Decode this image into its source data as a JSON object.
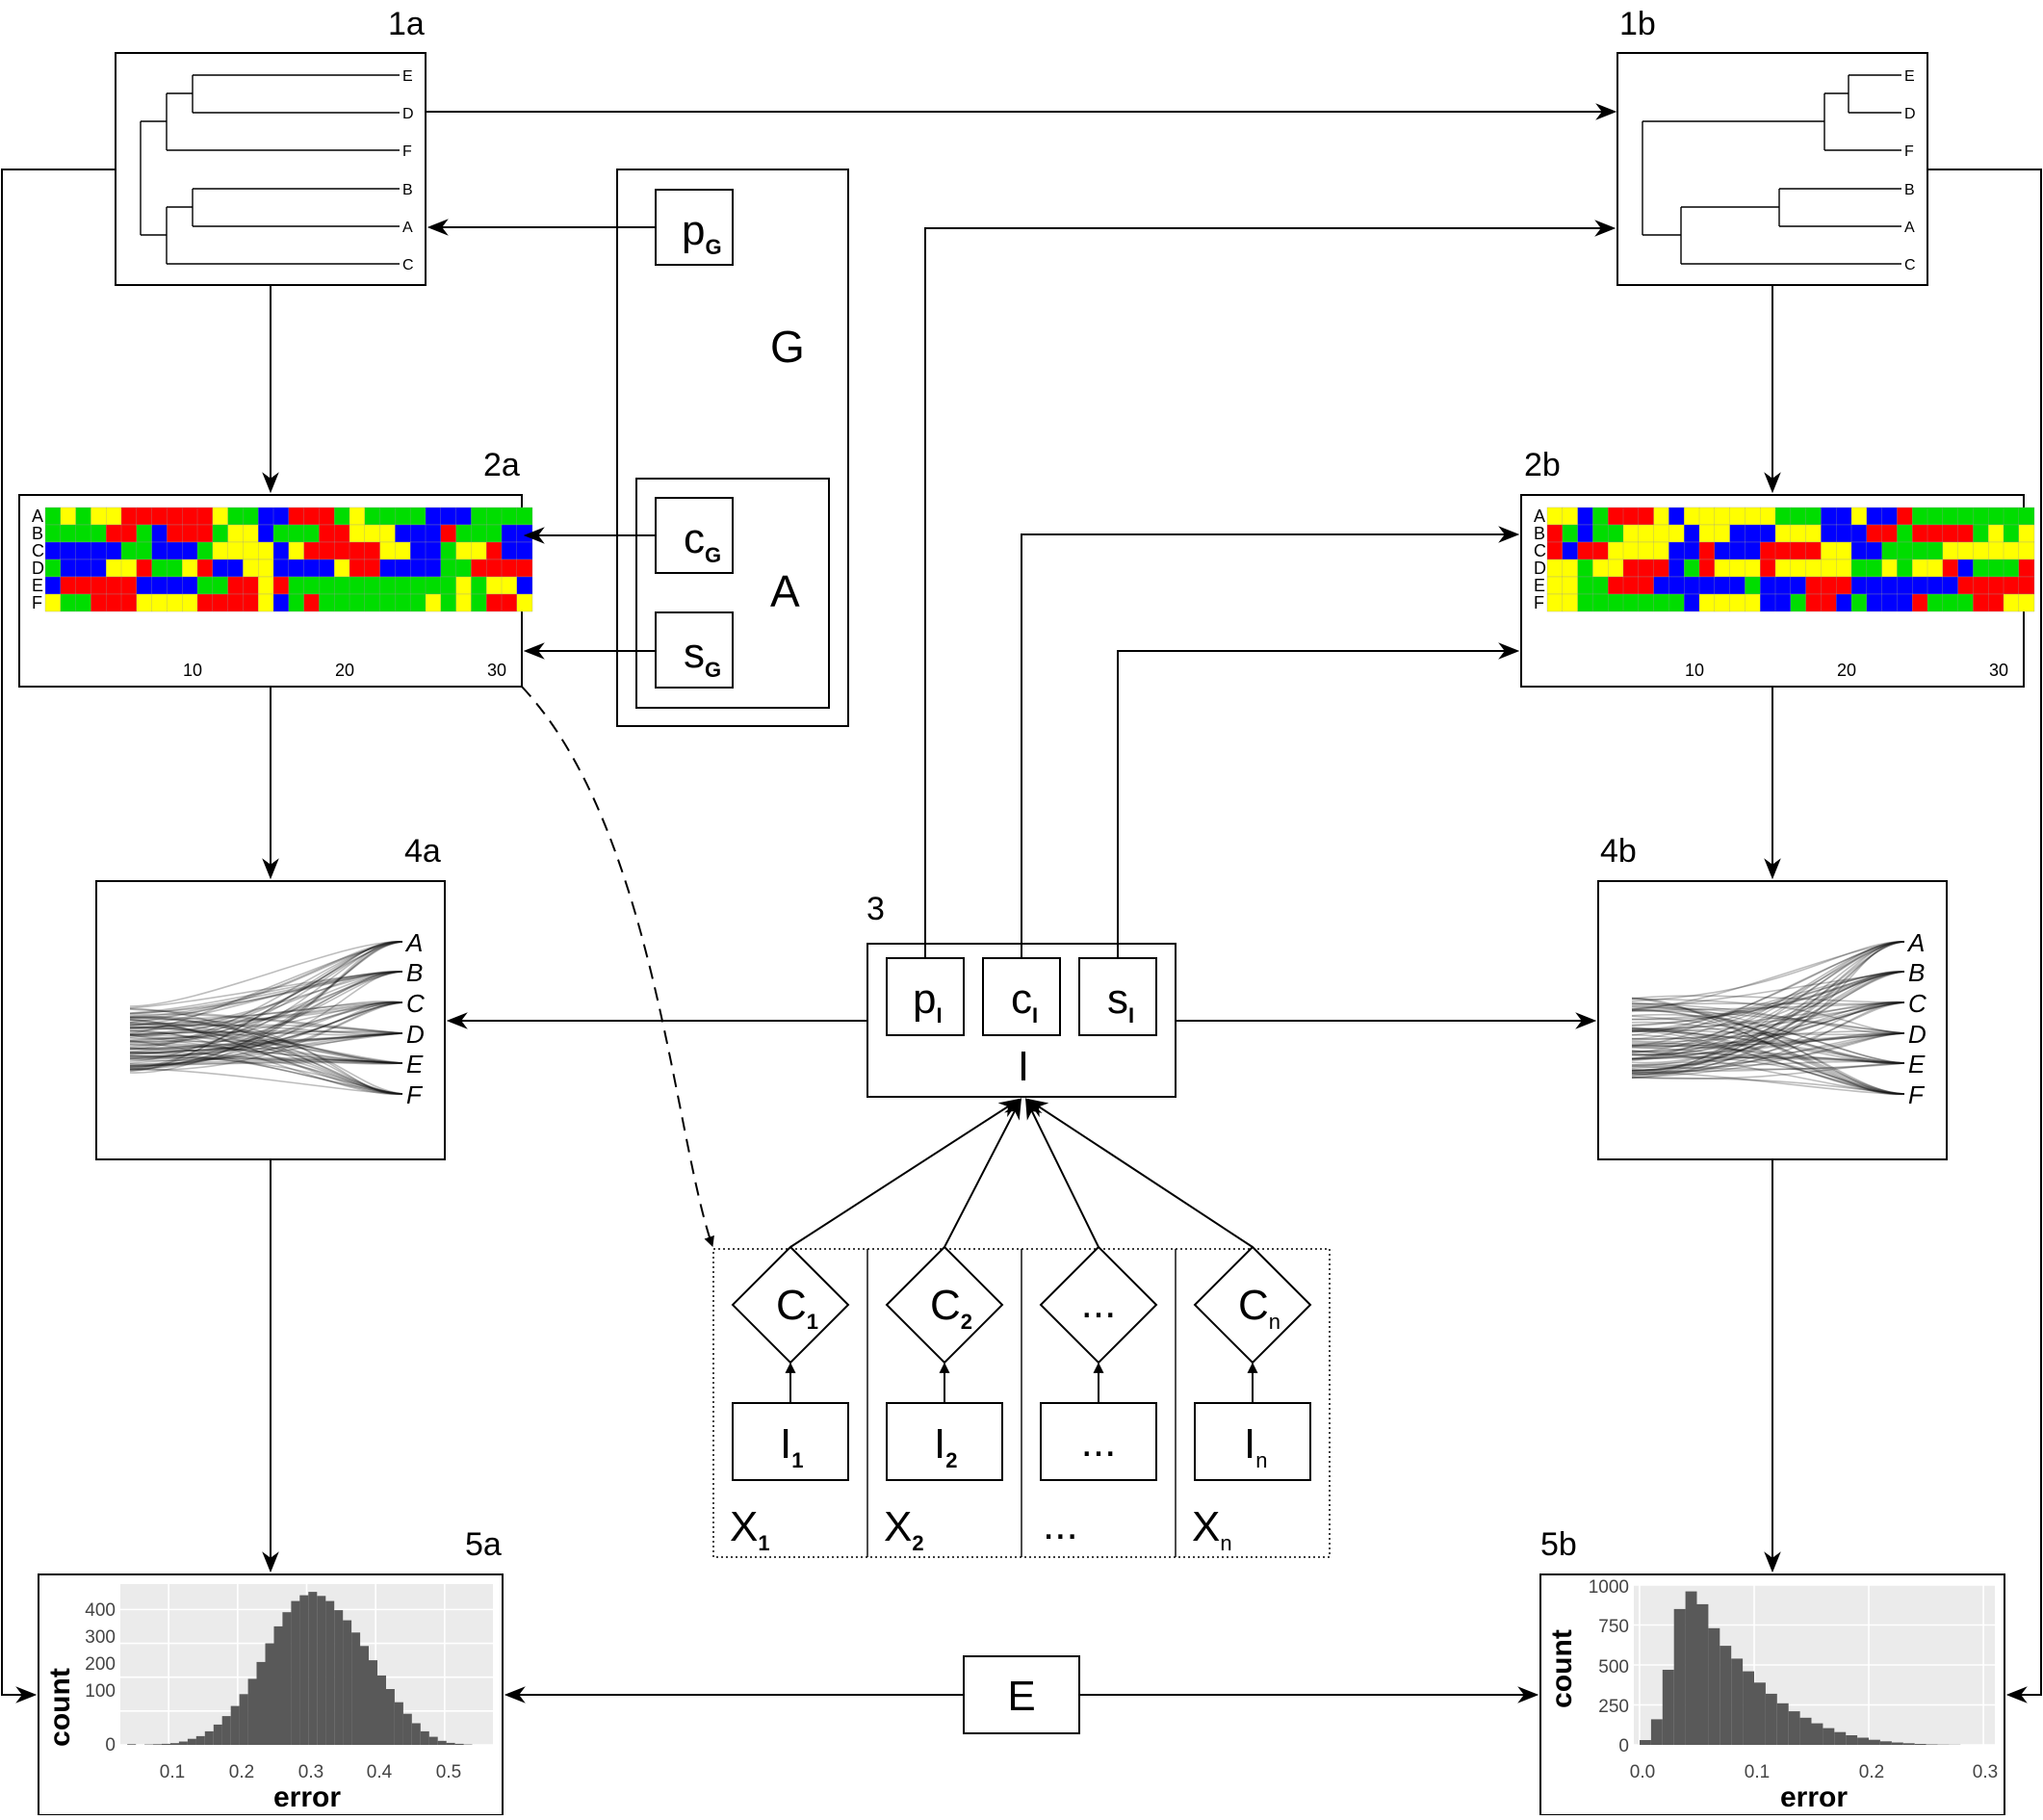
{
  "labels": {
    "p1a": "1a",
    "p1b": "1b",
    "p2a": "2a",
    "p2b": "2b",
    "p3": "3",
    "p4a": "4a",
    "p4b": "4b",
    "p5a": "5a",
    "p5b": "5b"
  },
  "generator": {
    "box_label": "G",
    "inner_label": "A",
    "p": "p",
    "p_sub": "G",
    "c": "c",
    "c_sub": "G",
    "s": "s",
    "s_sub": "G"
  },
  "inference": {
    "label": "I",
    "p": "p",
    "p_sub": "I",
    "c": "c",
    "c_sub": "I",
    "s": "s",
    "s_sub": "I"
  },
  "error_box": "E",
  "trees": {
    "tree_1a_leaves": [
      "E",
      "D",
      "F",
      "B",
      "A",
      "C"
    ],
    "tree_1b_leaves": [
      "E",
      "D",
      "F",
      "B",
      "A",
      "C"
    ]
  },
  "alignments": {
    "rows": [
      "A",
      "B",
      "C",
      "D",
      "E",
      "F"
    ],
    "ticks": [
      "10",
      "20",
      "30"
    ],
    "colors": {
      "A": "#ff0000",
      "C": "#0000ff",
      "G": "#00dd00",
      "T": "#ffff00"
    }
  },
  "densitree_leaves": [
    "A",
    "B",
    "C",
    "D",
    "E",
    "F"
  ],
  "ensemble": {
    "columns": [
      {
        "c": "C",
        "c_sub": "1",
        "i": "I",
        "i_sub": "1",
        "x": "X",
        "x_sub": "1"
      },
      {
        "c": "C",
        "c_sub": "2",
        "i": "I",
        "i_sub": "2",
        "x": "X",
        "x_sub": "2"
      },
      {
        "c": "...",
        "c_sub": "",
        "i": "...",
        "i_sub": "",
        "x": "...",
        "x_sub": ""
      },
      {
        "c": "C",
        "c_sub": "n",
        "i": "I",
        "i_sub": "n",
        "x": "X",
        "x_sub": "n"
      }
    ]
  },
  "chart_data": [
    {
      "type": "bar",
      "xlabel": "error",
      "ylabel": "count",
      "xticks": [
        "0.1",
        "0.2",
        "0.3",
        "0.4",
        "0.5"
      ],
      "yticks": [
        "0",
        "100",
        "200",
        "300",
        "400"
      ],
      "xlim": [
        0.03,
        0.57
      ],
      "ylim": [
        0,
        475
      ],
      "bin_width": 0.0125,
      "bin_start": 0.04,
      "values": [
        2,
        0,
        1,
        2,
        3,
        5,
        10,
        18,
        26,
        40,
        60,
        85,
        115,
        150,
        195,
        245,
        300,
        350,
        392,
        425,
        442,
        452,
        440,
        425,
        398,
        368,
        332,
        292,
        250,
        205,
        165,
        126,
        92,
        64,
        40,
        24,
        12,
        6,
        3,
        1
      ],
      "grid": true
    },
    {
      "type": "bar",
      "xlabel": "error",
      "ylabel": "count",
      "xticks": [
        "0.0",
        "0.1",
        "0.2",
        "0.3"
      ],
      "yticks": [
        "0",
        "250",
        "500",
        "750",
        "1000"
      ],
      "xlim": [
        -0.005,
        0.31
      ],
      "ylim": [
        0,
        1000
      ],
      "bin_width": 0.01,
      "bin_start": 0.0,
      "values": [
        30,
        160,
        470,
        850,
        960,
        880,
        730,
        620,
        540,
        460,
        390,
        320,
        260,
        210,
        170,
        135,
        105,
        80,
        60,
        45,
        32,
        22,
        15,
        10,
        6,
        3,
        2,
        1
      ],
      "grid": true
    }
  ]
}
